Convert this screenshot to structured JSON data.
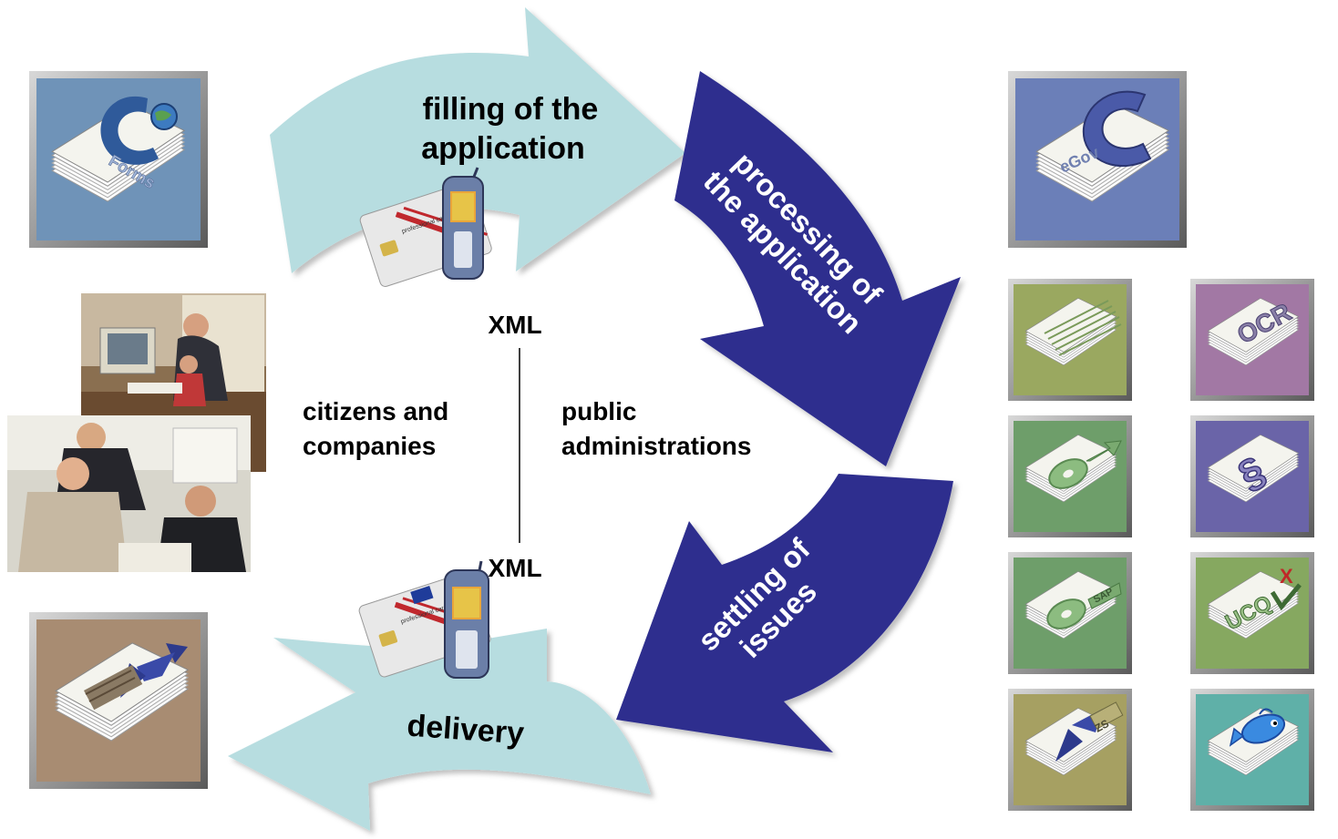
{
  "labels": {
    "filling_line1": "filling of the",
    "filling_line2": "application",
    "processing_line1": "processing of",
    "processing_line2": "the application",
    "settling_line1": "settling of",
    "settling_line2": "issues",
    "delivery": "delivery",
    "xml_top": "XML",
    "xml_bottom": "XML",
    "citizens_line1": "citizens and",
    "citizens_line2": "companies",
    "public_line1": "public",
    "public_line2": "administrations"
  },
  "card_text": "professional card",
  "tiles": {
    "forms": {
      "icon": "forms-globe-icon",
      "text": "Forms",
      "color": "#6f93b8"
    },
    "egov": {
      "icon": "egov-icon",
      "text": "eGov",
      "color": "#6b7fb8"
    },
    "delivery": {
      "icon": "exchange-arrows-icon",
      "color": "#a88c72"
    },
    "chart": {
      "icon": "bar-chart-icon",
      "color": "#9aa860"
    },
    "ocr": {
      "icon": "ocr-icon",
      "text": "OCR",
      "color": "#a278a4"
    },
    "cd_up": {
      "icon": "cd-upload-icon",
      "color": "#6e9e6a"
    },
    "paragraph": {
      "icon": "paragraph-icon",
      "text": "§",
      "color": "#6a64a8"
    },
    "sap": {
      "icon": "cd-sap-icon",
      "text": "SAP",
      "color": "#6e9e6a"
    },
    "ucq": {
      "icon": "ucq-check-icon",
      "text": "UCQ",
      "color": "#86a860"
    },
    "zs": {
      "icon": "exchange-zs-icon",
      "text": "ZS",
      "color": "#a6a062"
    },
    "fish": {
      "icon": "blue-fish-icon",
      "color": "#5fb0a8"
    }
  },
  "colors": {
    "light_arrow": "#b7dde0",
    "dark_arrow": "#2e2f8e"
  }
}
